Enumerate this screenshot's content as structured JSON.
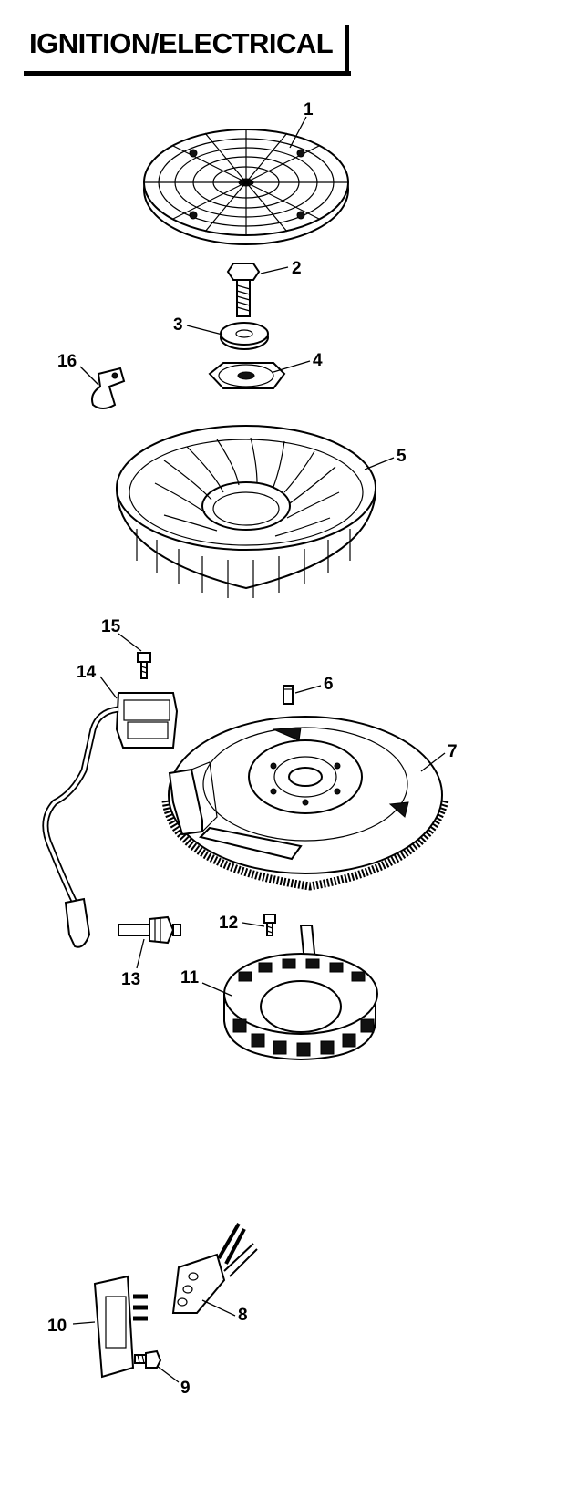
{
  "title": "IGNITION/ELECTRICAL",
  "callouts": {
    "c1": "1",
    "c2": "2",
    "c3": "3",
    "c4": "4",
    "c5": "5",
    "c6": "6",
    "c7": "7",
    "c8": "8",
    "c9": "9",
    "c10": "10",
    "c11": "11",
    "c12": "12",
    "c13": "13",
    "c14": "14",
    "c15": "15",
    "c16": "16"
  }
}
